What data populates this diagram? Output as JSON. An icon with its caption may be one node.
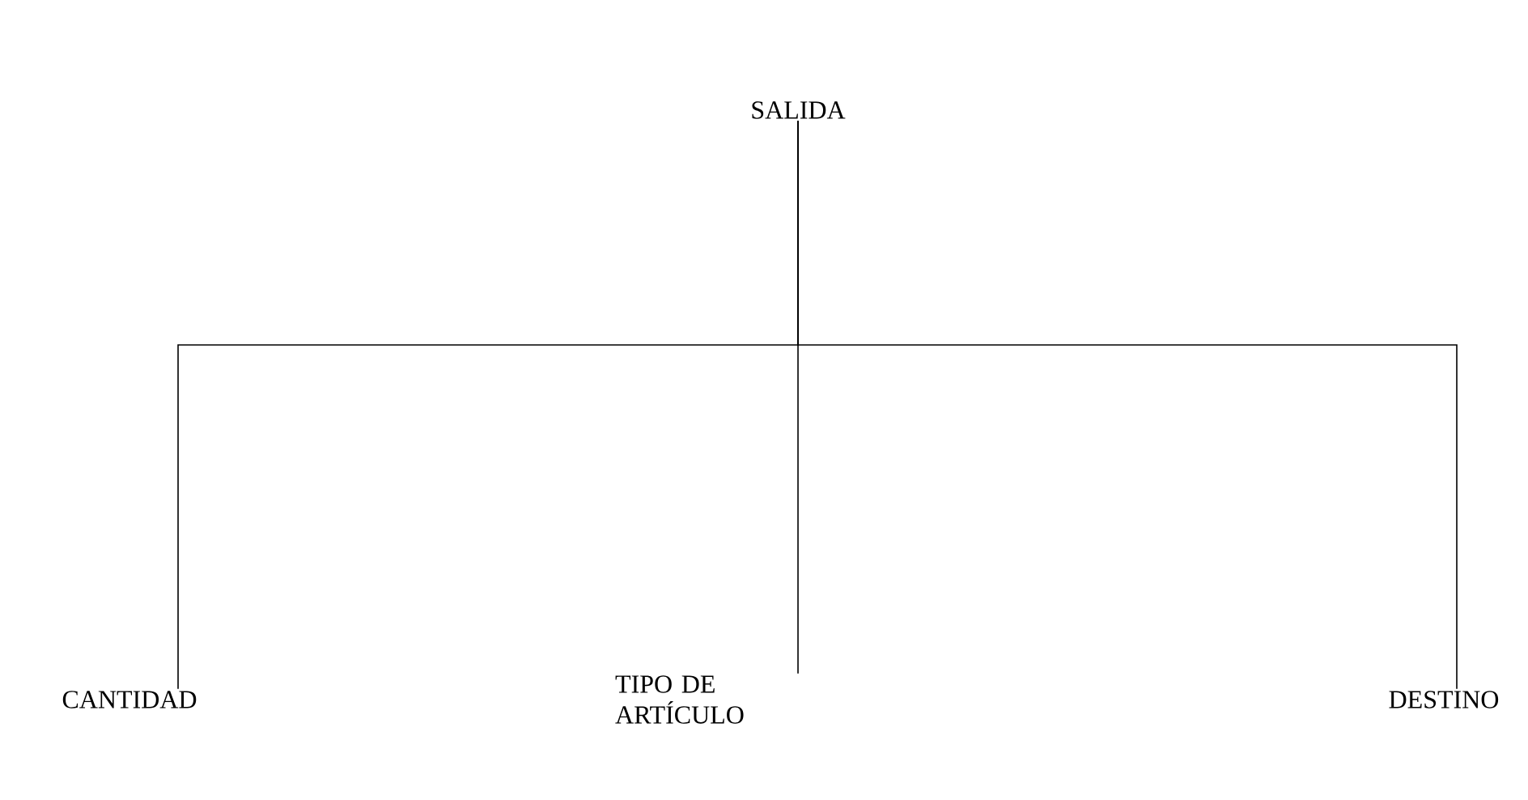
{
  "diagram": {
    "nodes": [
      {
        "text": [
          "SALIDA"
        ]
      },
      {
        "text": [
          "CANTIDAD"
        ]
      },
      {
        "text": [
          "TIPO DE ARTÍCULO"
        ]
      },
      {
        "text": [
          "DESTINO"
        ]
      }
    ],
    "edges": [
      {
        "from": 0,
        "to": 1,
        "arrow": "none"
      },
      {
        "from": 0,
        "to": 2,
        "arrow": "none"
      },
      {
        "from": 0,
        "to": 3,
        "arrow": "none"
      }
    ]
  }
}
